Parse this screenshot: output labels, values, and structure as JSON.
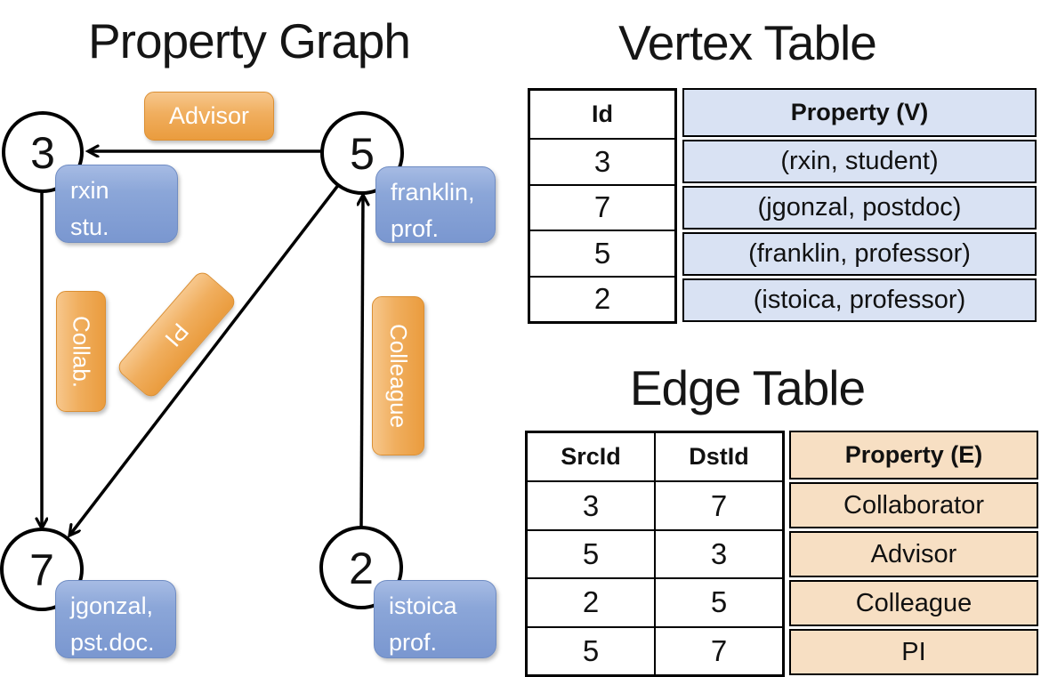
{
  "titles": {
    "graph": "Property Graph",
    "vertex_table": "Vertex Table",
    "edge_table": "Edge Table"
  },
  "graph": {
    "nodes": [
      {
        "id": "3",
        "prop": [
          "rxin",
          "stu."
        ]
      },
      {
        "id": "5",
        "prop": [
          "franklin,",
          "prof."
        ]
      },
      {
        "id": "7",
        "prop": [
          "jgonzal,",
          "pst.doc."
        ]
      },
      {
        "id": "2",
        "prop": [
          "istoica",
          "prof."
        ]
      }
    ],
    "edge_labels": [
      "Advisor",
      "Collab.",
      "PI",
      "Colleague"
    ]
  },
  "vertex_table": {
    "columns": [
      "Id",
      "Property (V)"
    ],
    "rows": [
      {
        "id": "3",
        "property": "(rxin, student)"
      },
      {
        "id": "7",
        "property": "(jgonzal, postdoc)"
      },
      {
        "id": "5",
        "property": "(franklin, professor)"
      },
      {
        "id": "2",
        "property": "(istoica, professor)"
      }
    ]
  },
  "edge_table": {
    "columns": [
      "SrcId",
      "DstId",
      "Property (E)"
    ],
    "rows": [
      {
        "src": "3",
        "dst": "7",
        "property": "Collaborator"
      },
      {
        "src": "5",
        "dst": "3",
        "property": "Advisor"
      },
      {
        "src": "2",
        "dst": "5",
        "property": "Colleague"
      },
      {
        "src": "5",
        "dst": "7",
        "property": "PI"
      }
    ]
  },
  "colors": {
    "edge_accent": "#EA9C3E",
    "vertex_accent": "#7A97D0",
    "vertex_cell_fill": "#D9E2F3",
    "edge_cell_fill": "#F7DFC3",
    "line": "#000000"
  }
}
